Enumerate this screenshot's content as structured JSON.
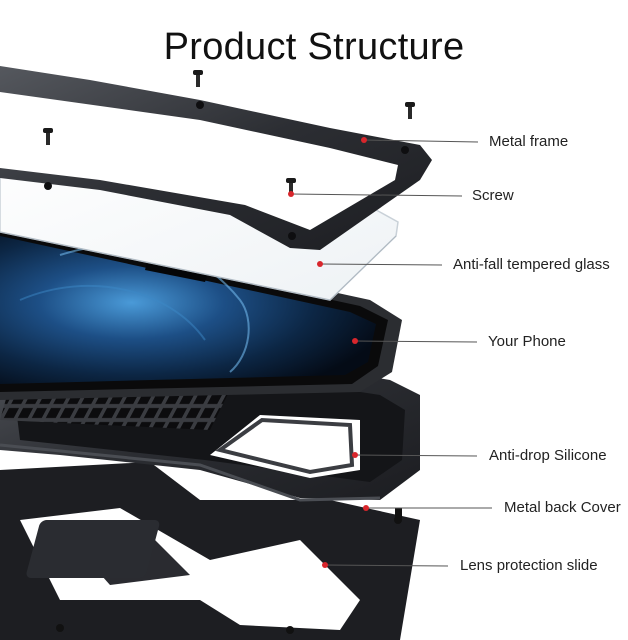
{
  "title": "Product Structure",
  "colors": {
    "accent_dot": "#d8262c",
    "frame": "#2f3136",
    "case": "#222428",
    "leader_line": "#555555"
  },
  "callouts": [
    {
      "id": "metal-frame",
      "label": "Metal frame"
    },
    {
      "id": "screw",
      "label": "Screw"
    },
    {
      "id": "glass",
      "label": "Anti-fall tempered glass"
    },
    {
      "id": "phone",
      "label": "Your Phone"
    },
    {
      "id": "silicone",
      "label": "Anti-drop Silicone"
    },
    {
      "id": "back-cover",
      "label": "Metal back Cover"
    },
    {
      "id": "lens-slide",
      "label": "Lens protection slide"
    }
  ]
}
